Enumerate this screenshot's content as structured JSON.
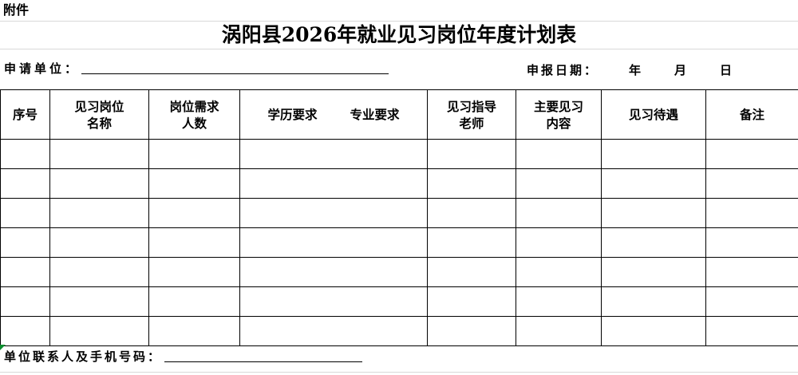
{
  "document": {
    "attachment_label": "附件",
    "title": "涡阳县2026年就业见习岗位年度计划表"
  },
  "info": {
    "applicant_label": "申请单位：",
    "applicant_value": "",
    "date_label": "申报日期：",
    "date_year_unit": "年",
    "date_month_unit": "月",
    "date_day_unit": "日",
    "date_year_value": "",
    "date_month_value": "",
    "date_day_value": ""
  },
  "table": {
    "headers": [
      "序号",
      "见习岗位\n名称",
      "岗位需求\n人数",
      "学历要求",
      "专业要求",
      "见习指导\n老师",
      "主要见习\n内容",
      "见习待遇",
      "备注"
    ],
    "row_count": 7,
    "column_count": 8,
    "rows": [
      [
        "",
        "",
        "",
        "",
        "",
        "",
        "",
        ""
      ],
      [
        "",
        "",
        "",
        "",
        "",
        "",
        "",
        ""
      ],
      [
        "",
        "",
        "",
        "",
        "",
        "",
        "",
        ""
      ],
      [
        "",
        "",
        "",
        "",
        "",
        "",
        "",
        ""
      ],
      [
        "",
        "",
        "",
        "",
        "",
        "",
        "",
        ""
      ],
      [
        "",
        "",
        "",
        "",
        "",
        "",
        "",
        ""
      ],
      [
        "",
        "",
        "",
        "",
        "",
        "",
        "",
        ""
      ]
    ]
  },
  "footer": {
    "contact_label": "单位联系人及手机号码：",
    "contact_value": ""
  },
  "colors": {
    "border": "#000000",
    "grid_faint": "#d9d9d9",
    "text": "#000000",
    "background": "#ffffff",
    "comment_flag": "#0a8f2e"
  }
}
